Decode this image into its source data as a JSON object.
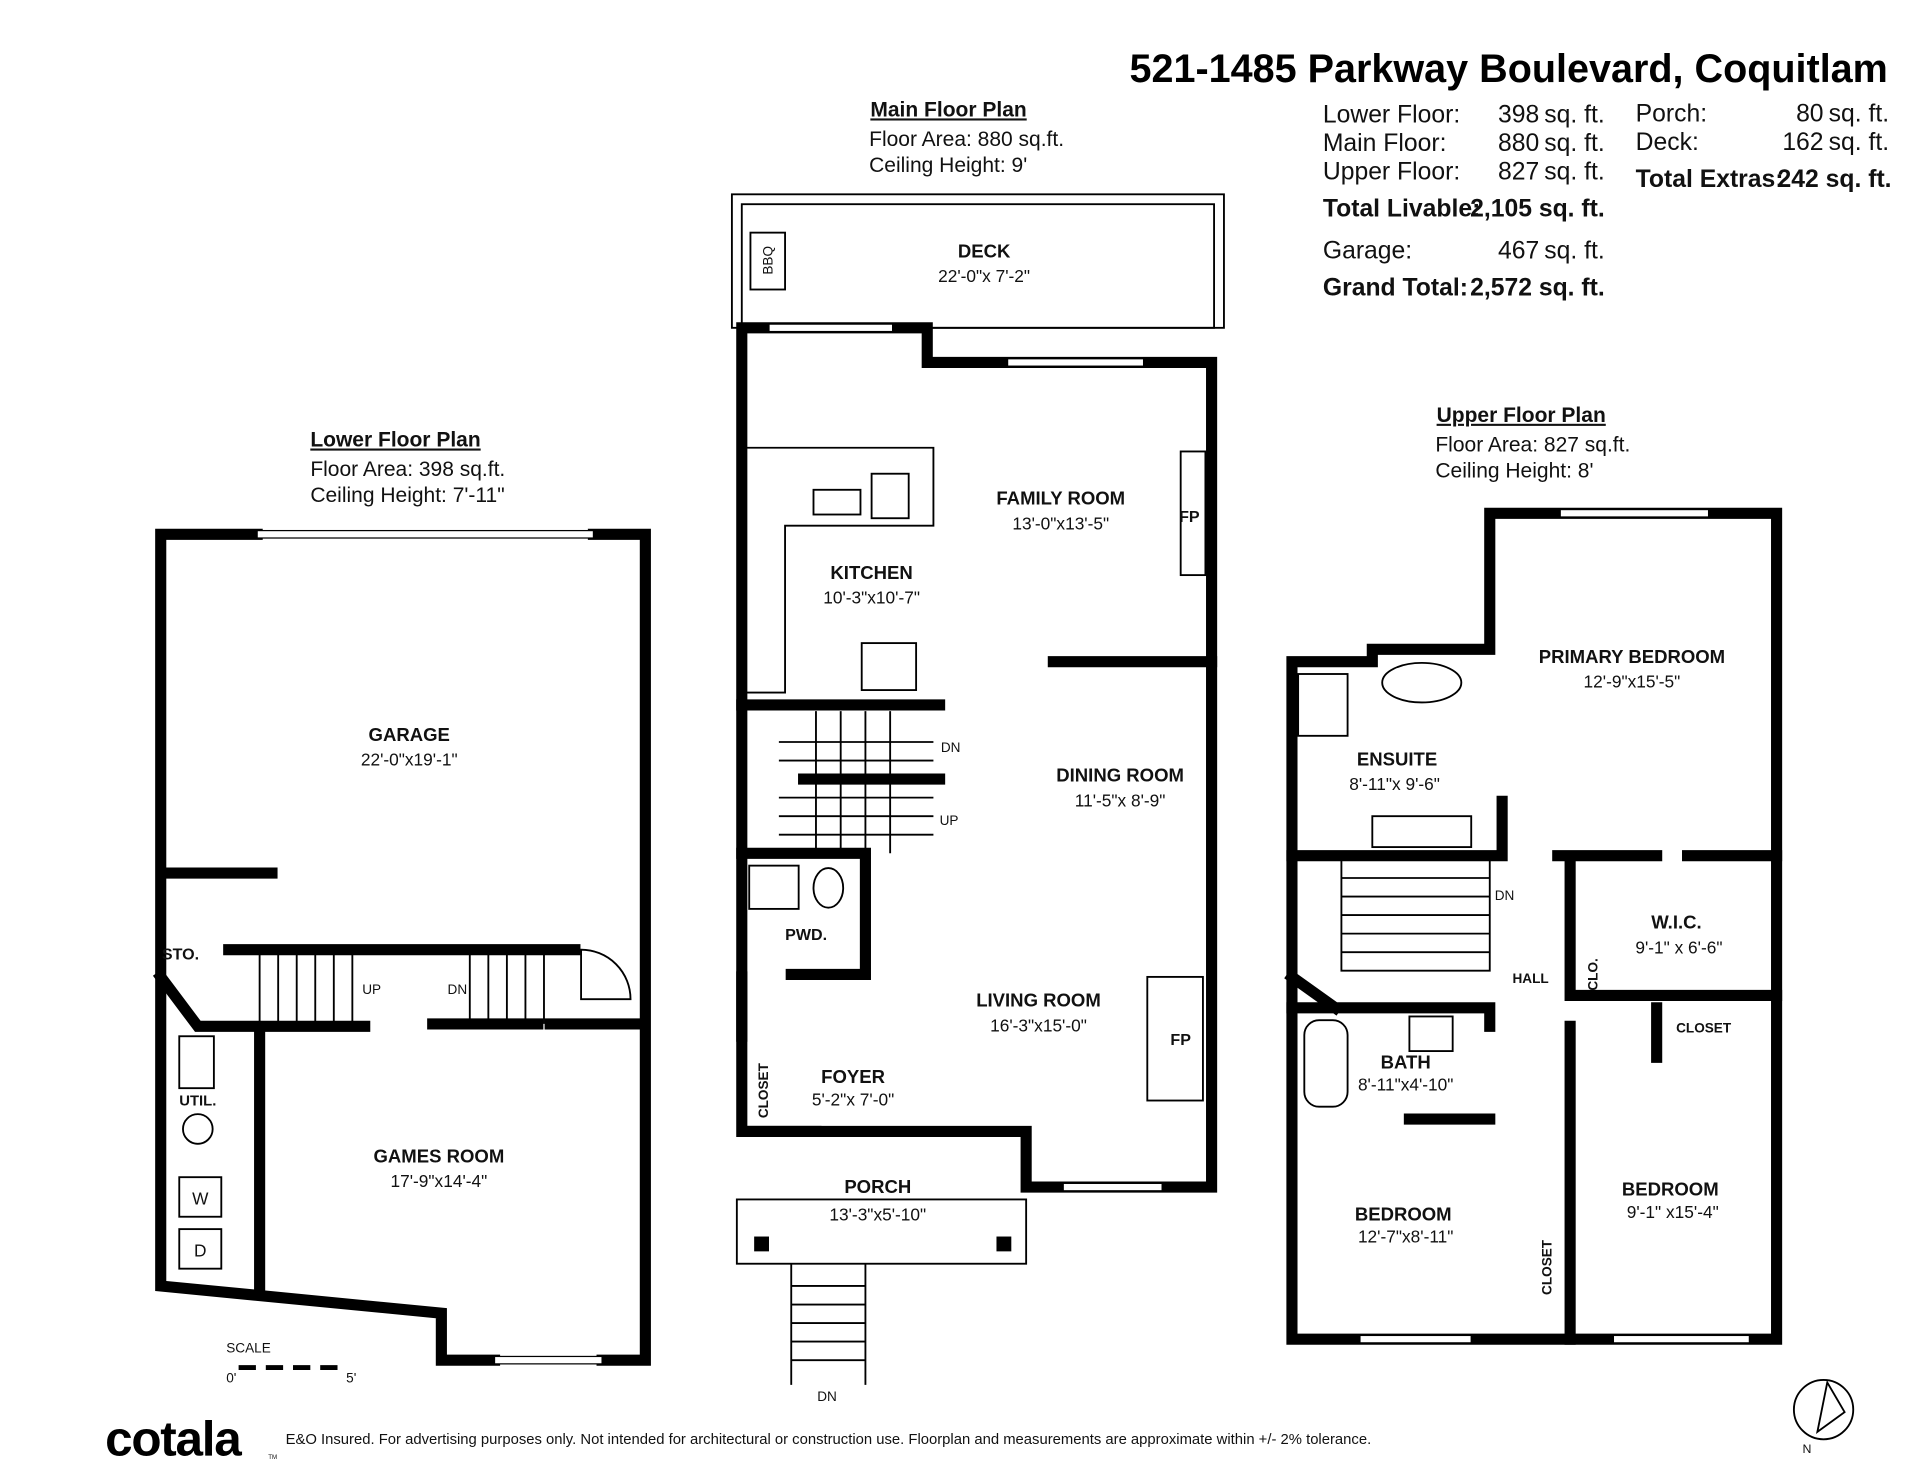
{
  "title": "521-1485 Parkway Boulevard, Coquitlam",
  "summary": {
    "lower": {
      "label": "Lower Floor:",
      "value": "398",
      "unit": "sq. ft."
    },
    "main": {
      "label": "Main Floor:",
      "value": "880",
      "unit": "sq. ft."
    },
    "upper": {
      "label": "Upper Floor:",
      "value": "827",
      "unit": "sq. ft."
    },
    "total_livable": {
      "label": "Total Livable:",
      "value": "2,105 sq. ft."
    },
    "garage": {
      "label": "Garage:",
      "value": "467",
      "unit": "sq. ft."
    },
    "grand_total": {
      "label": "Grand Total:",
      "value": "2,572 sq. ft."
    },
    "porch": {
      "label": "Porch:",
      "value": "80",
      "unit": "sq. ft."
    },
    "deck": {
      "label": "Deck:",
      "value": "162",
      "unit": "sq. ft."
    },
    "total_extras": {
      "label": "Total Extras:",
      "value": "242 sq. ft."
    }
  },
  "lower_plan": {
    "heading": "Lower Floor Plan",
    "area": "Floor Area: 398 sq.ft.",
    "ceiling": "Ceiling Height: 7'-11\"",
    "rooms": {
      "garage": {
        "name": "GARAGE",
        "dim": "22'-0\"x19'-1\""
      },
      "games": {
        "name": "GAMES ROOM",
        "dim": "17'-9\"x14'-4\""
      },
      "sto": "STO.",
      "util": "UTIL.",
      "washer": "W",
      "dryer": "D",
      "up": "UP",
      "dn": "DN"
    },
    "scale": {
      "label": "SCALE",
      "min": "0'",
      "max": "5'"
    }
  },
  "main_plan": {
    "heading": "Main Floor Plan",
    "area": "Floor Area: 880 sq.ft.",
    "ceiling": "Ceiling Height: 9'",
    "rooms": {
      "deck": {
        "name": "DECK",
        "dim": "22'-0\"x 7'-2\""
      },
      "family": {
        "name": "FAMILY ROOM",
        "dim": "13'-0\"x13'-5\""
      },
      "kitchen": {
        "name": "KITCHEN",
        "dim": "10'-3\"x10'-7\""
      },
      "dining": {
        "name": "DINING ROOM",
        "dim": "11'-5\"x 8'-9\""
      },
      "living": {
        "name": "LIVING ROOM",
        "dim": "16'-3\"x15'-0\""
      },
      "foyer": {
        "name": "FOYER",
        "dim": "5'-2\"x 7'-0\""
      },
      "porch": {
        "name": "PORCH",
        "dim": "13'-3\"x5'-10\""
      },
      "pwd": "PWD.",
      "closet": "CLOSET",
      "fp1": "FP",
      "fp2": "FP",
      "bbq": "BBQ",
      "dn": "DN",
      "up": "UP",
      "dn_ext": "DN"
    }
  },
  "upper_plan": {
    "heading": "Upper Floor Plan",
    "area": "Floor Area: 827 sq.ft.",
    "ceiling": "Ceiling Height: 8'",
    "rooms": {
      "primary": {
        "name": "PRIMARY BEDROOM",
        "dim": "12'-9\"x15'-5\""
      },
      "ensuite": {
        "name": "ENSUITE",
        "dim": "8'-11\"x 9'-6\""
      },
      "wic": {
        "name": "W.I.C.",
        "dim": "9'-1\" x 6'-6\""
      },
      "hall": "HALL",
      "clo": "CLO.",
      "closet1": "CLOSET",
      "closet2": "CLOSET",
      "bath": {
        "name": "BATH",
        "dim": "8'-11\"x4'-10\""
      },
      "bedroom1": {
        "name": "BEDROOM",
        "dim": "12'-7\"x8'-11\""
      },
      "bedroom2": {
        "name": "BEDROOM",
        "dim": "9'-1\" x15'-4\""
      },
      "dn": "DN"
    }
  },
  "footer": {
    "logo": "cotala",
    "tm": "TM",
    "disclaimer": "E&O Insured. For advertising purposes only. Not intended for architectural or construction use. Floorplan and measurements are approximate within +/- 2% tolerance.",
    "compass_label": "N"
  }
}
